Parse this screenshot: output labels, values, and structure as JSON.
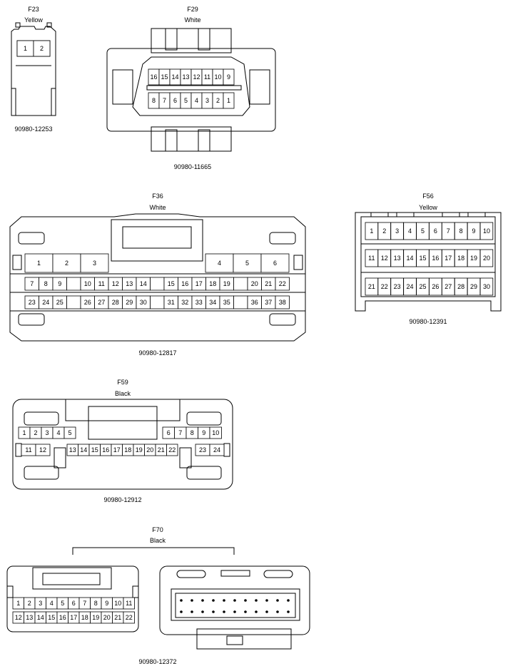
{
  "connectors": [
    {
      "id": "F23",
      "color": "Yellow",
      "part": "90980-12253",
      "pins": [
        "1",
        "2"
      ]
    },
    {
      "id": "F29",
      "color": "White",
      "part": "90980-11665",
      "rows": [
        [
          "16",
          "15",
          "14",
          "13",
          "12",
          "11",
          "10",
          "9"
        ],
        [
          "8",
          "7",
          "6",
          "5",
          "4",
          "3",
          "2",
          "1"
        ]
      ]
    },
    {
      "id": "F36",
      "color": "White",
      "part": "90980-12817",
      "big_pins": [
        "1",
        "2",
        "3",
        "4",
        "5",
        "6"
      ],
      "rows": [
        [
          "7",
          "8",
          "9",
          "",
          "10",
          "11",
          "12",
          "13",
          "14",
          "",
          "15",
          "16",
          "17",
          "18",
          "19",
          "",
          "20",
          "21",
          "22"
        ],
        [
          "23",
          "24",
          "25",
          "",
          "26",
          "27",
          "28",
          "29",
          "30",
          "",
          "31",
          "32",
          "33",
          "34",
          "35",
          "",
          "36",
          "37",
          "38"
        ]
      ]
    },
    {
      "id": "F56",
      "color": "Yellow",
      "part": "90980-12391",
      "rows": [
        [
          "1",
          "2",
          "3",
          "4",
          "5",
          "6",
          "7",
          "8",
          "9",
          "10"
        ],
        [
          "11",
          "12",
          "13",
          "14",
          "15",
          "16",
          "17",
          "18",
          "19",
          "20"
        ],
        [
          "21",
          "22",
          "23",
          "24",
          "25",
          "26",
          "27",
          "28",
          "29",
          "30"
        ]
      ]
    },
    {
      "id": "F59",
      "color": "Black",
      "part": "90980-12912",
      "row1_left": [
        "1",
        "2",
        "3",
        "4",
        "5"
      ],
      "row1_right": [
        "6",
        "7",
        "8",
        "9",
        "10"
      ],
      "row2_left": [
        "11",
        "12"
      ],
      "row2_mid": [
        "13",
        "14",
        "15",
        "16",
        "17",
        "18",
        "19",
        "20",
        "21",
        "22"
      ],
      "row2_right": [
        "23",
        "24"
      ]
    },
    {
      "id": "F70",
      "color": "Black",
      "part": "90980-12372",
      "rows": [
        [
          "1",
          "2",
          "3",
          "4",
          "5",
          "6",
          "7",
          "8",
          "9",
          "10",
          "11"
        ],
        [
          "12",
          "13",
          "14",
          "15",
          "16",
          "17",
          "18",
          "19",
          "20",
          "21",
          "22"
        ]
      ]
    }
  ]
}
